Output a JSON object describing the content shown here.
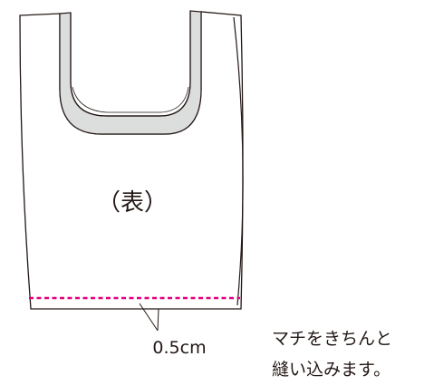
{
  "diagram": {
    "side_label": "（表）",
    "seam_allowance_label": "0.5cm",
    "note_lines": [
      "マチをきちんと",
      "縫い込みます。"
    ],
    "colors": {
      "outline": "#231815",
      "handle_fill": "#dcdddd",
      "stitch_line": "#e4007f",
      "background": "#ffffff"
    }
  }
}
